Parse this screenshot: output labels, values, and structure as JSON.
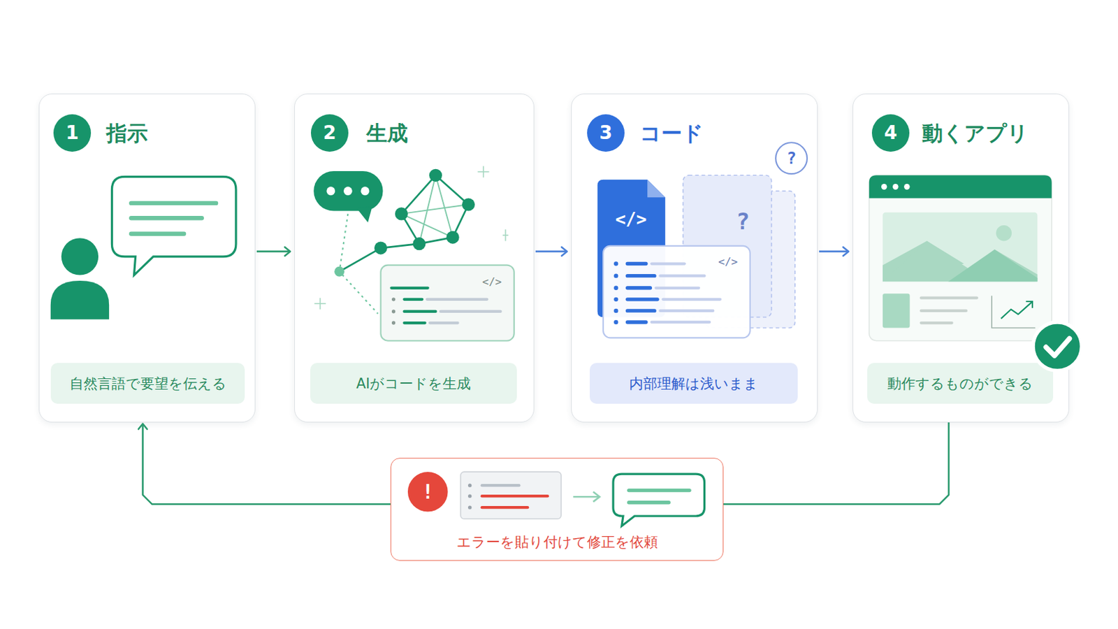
{
  "diagram": {
    "nodes": [
      {
        "text": [
          "指示"
        ]
      },
      {
        "text": [
          "1"
        ],
        "in": 0
      },
      {
        "text": [
          "自然言語で要望を伝える"
        ],
        "in": 0
      },
      {
        "text": [
          "生成"
        ]
      },
      {
        "text": [
          "2"
        ],
        "in": 3
      },
      {
        "text": [
          "AIがコードを生成"
        ],
        "in": 3
      },
      {
        "text": [
          "コード"
        ]
      },
      {
        "text": [
          "3"
        ],
        "in": 6
      },
      {
        "text": [
          "内部理解は浅いまま"
        ],
        "in": 6
      },
      {
        "text": [
          "動くアプリ"
        ]
      },
      {
        "text": [
          "4"
        ],
        "in": 9
      },
      {
        "text": [
          "動作するものができる"
        ],
        "in": 9
      },
      {
        "text": [
          "エラーを貼り付けて修正を依頼"
        ]
      }
    ],
    "edges": [
      {
        "from": 0,
        "to": 3,
        "arrow": "to"
      },
      {
        "from": 3,
        "to": 6,
        "arrow": "to"
      },
      {
        "from": 6,
        "to": 9,
        "arrow": "to"
      },
      {
        "from": 9,
        "to": 12,
        "arrow": "none"
      },
      {
        "from": 12,
        "to": 0,
        "arrow": "to"
      }
    ],
    "labels": [
      "</>",
      "</>",
      "</>",
      "?",
      "?",
      "!"
    ]
  }
}
